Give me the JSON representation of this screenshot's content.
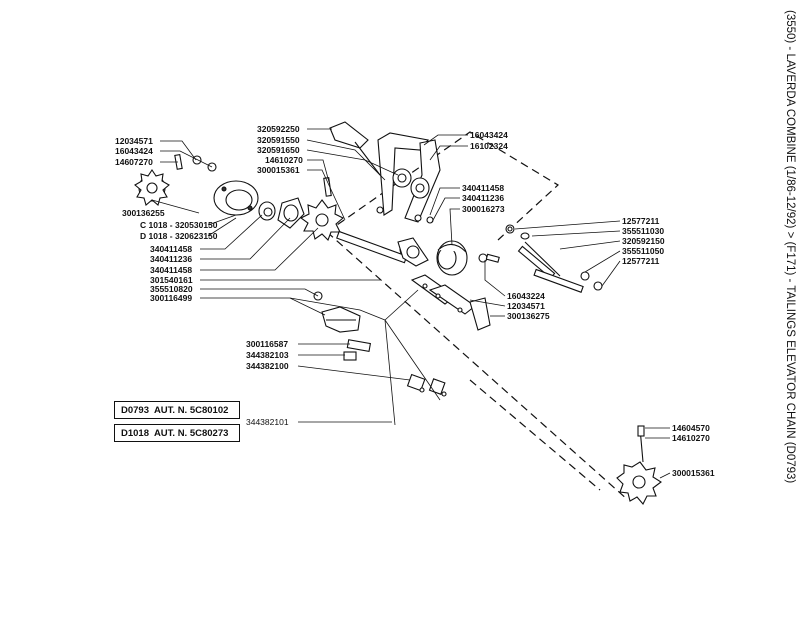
{
  "title": "(3550) - LAVERDA COMBINE (1/86-12/92) > (F171) - TAILINGS ELEVATOR CHAIN (D0793)",
  "aut_boxes": [
    {
      "code": "D0793",
      "text": "AUT. N. 5C80102"
    },
    {
      "code": "D1018",
      "text": "AUT. N. 5C80273"
    }
  ],
  "labels": {
    "l01": "12034571",
    "l02": "16043424",
    "l03": "14607270",
    "l04": "300136255",
    "l05": "C 1018 - 320530150",
    "l06": "D 1018 - 320623150",
    "l07": "340411458",
    "l08": "340411236",
    "l09": "340411458",
    "l10": "301540161",
    "l11": "355510820",
    "l12": "300116499",
    "l13": "300116587",
    "l14": "344382103",
    "l15": "344382100",
    "l16": "344382101",
    "l17": "320592250",
    "l18": "320591550",
    "l19": "320591650",
    "l20": "14610270",
    "l21": "300015361",
    "l22": "16043424",
    "l23": "16102324",
    "l24": "340411458",
    "l25": "340411236",
    "l26": "300016273",
    "l27": "12577211",
    "l28": "355511030",
    "l29": "320592150",
    "l30": "355511050",
    "l31": "12577211",
    "l32": "16043224",
    "l33": "12034571",
    "l34": "300136275",
    "l35": "14604570",
    "l36": "14610270",
    "l37": "300015361"
  }
}
